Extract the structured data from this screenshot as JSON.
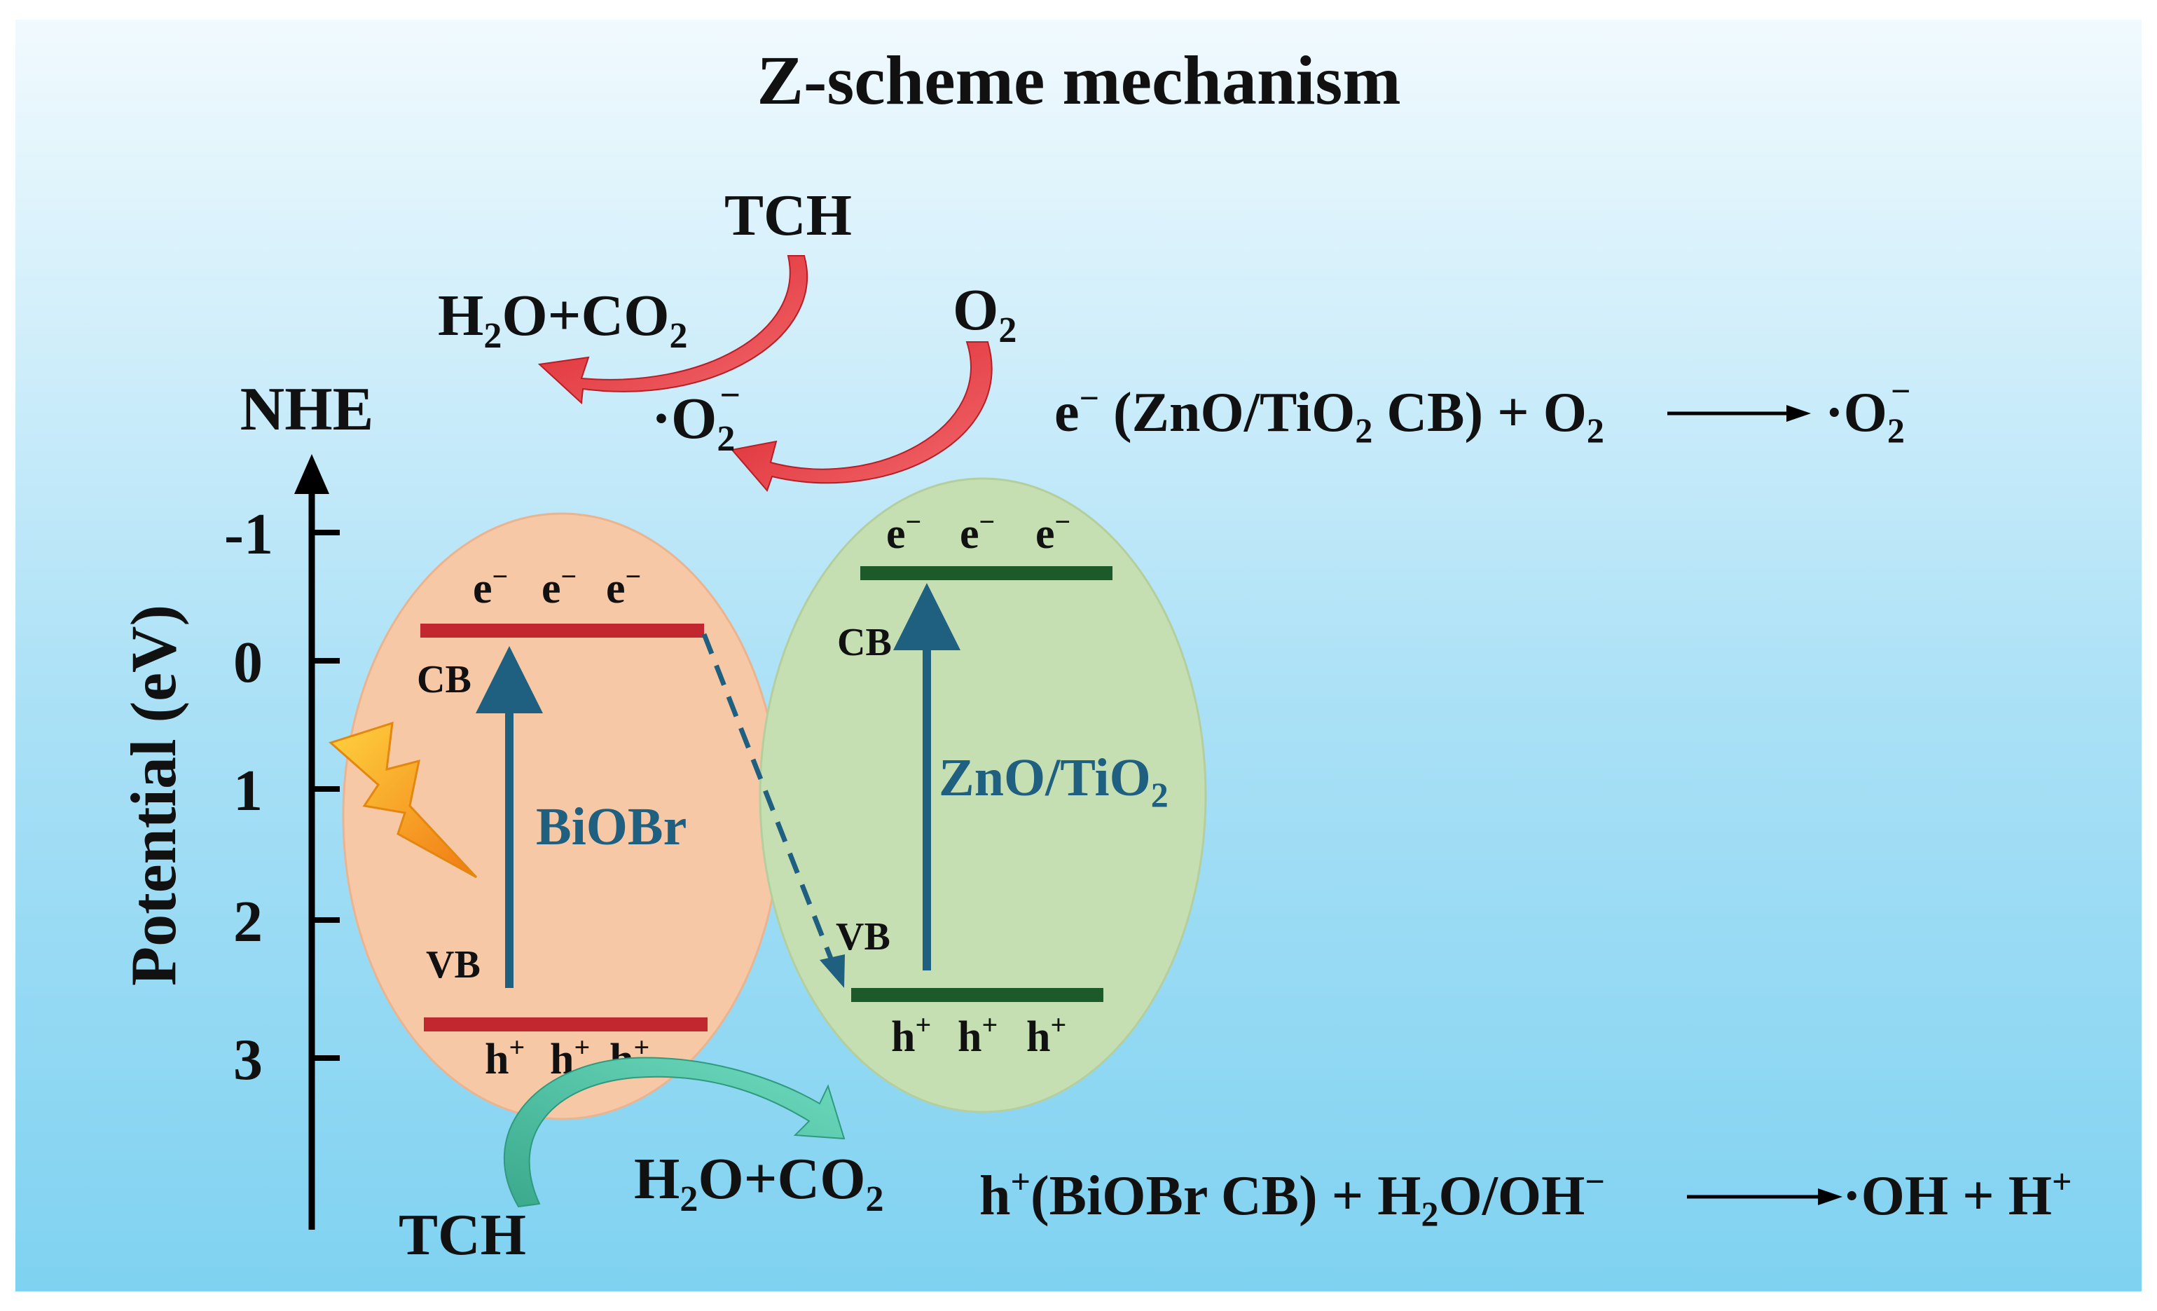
{
  "title": "Z-scheme mechanism",
  "axis": {
    "label": "Potential (eV)",
    "reference": "NHE",
    "ticks": [
      "-1",
      "0",
      "1",
      "2",
      "3"
    ]
  },
  "left_semiconductor": {
    "name": "BiOBr",
    "cb_label": "CB",
    "vb_label": "VB",
    "electron": "e",
    "electron_sup": "−",
    "hole": "h",
    "hole_sup": "+"
  },
  "right_semiconductor": {
    "name_main": "ZnO/TiO",
    "name_sub": "2",
    "cb_label": "CB",
    "vb_label": "VB",
    "electron": "e",
    "electron_sup": "−",
    "hole": "h",
    "hole_sup": "+"
  },
  "top_reaction": {
    "tch": "TCH",
    "o2_main": "O",
    "o2_sub": "2",
    "superoxide_dot": "·O",
    "superoxide_sub": "2",
    "superoxide_sup": "−",
    "products": {
      "h": "H",
      "sub1": "2",
      "mid": "O+CO",
      "sub2": "2"
    }
  },
  "bottom_reaction": {
    "tch": "TCH",
    "products": {
      "h": "H",
      "sub1": "2",
      "mid": "O+CO",
      "sub2": "2"
    }
  },
  "equation_1": {
    "lhs_e": "e",
    "lhs_e_sup": "−",
    "lhs_mid": " (ZnO/TiO",
    "lhs_sub1": "2",
    "lhs_rest": " CB) + O",
    "lhs_sub2": "2",
    "rhs": "·O",
    "rhs_sub": "2",
    "rhs_sup": "−"
  },
  "equation_2": {
    "lhs_h": "h",
    "lhs_h_sup": "+",
    "lhs_mid": "(BiOBr CB) + H",
    "lhs_sub": "2",
    "lhs_rest": "O/OH",
    "lhs_sup": "−",
    "rhs": "·OH + H",
    "rhs_sup": "+"
  },
  "colors": {
    "background_top": "#f1fafe",
    "background_bottom": "#7fd2f1",
    "biobr_ellipse": "#f7c8a6",
    "zno_ellipse": "#c6dfb2",
    "biobr_band": "#c2262e",
    "zno_band": "#1c5a2a",
    "transition_arrow": "#1f5f80",
    "red_arrow": "#e8343a",
    "teal_arrow": "#4fc6a8",
    "lightning": "#f5a623"
  }
}
